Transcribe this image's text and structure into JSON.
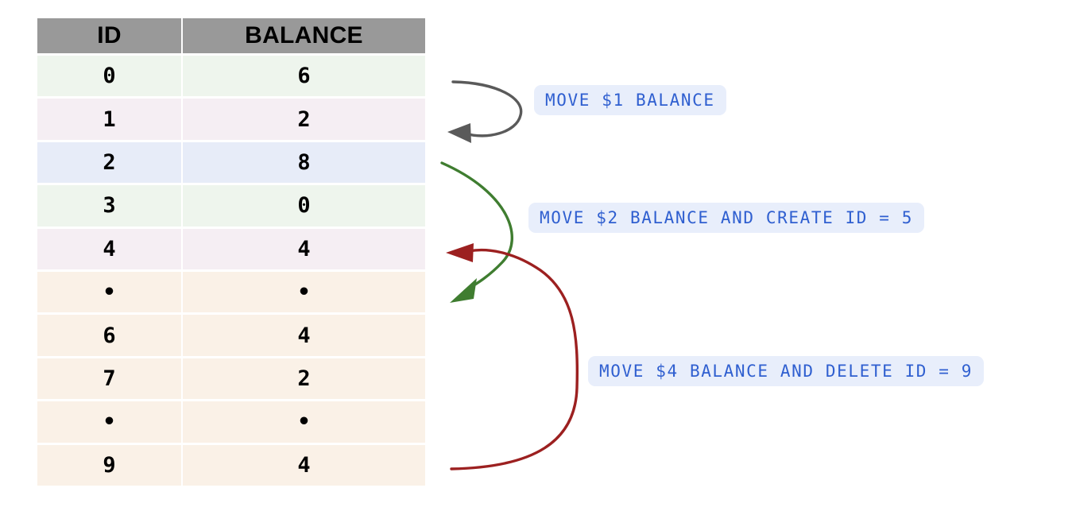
{
  "table": {
    "headers": [
      "ID",
      "BALANCE"
    ],
    "rows": [
      {
        "id": "0",
        "balance": "6",
        "tint": "r-green"
      },
      {
        "id": "1",
        "balance": "2",
        "tint": "r-pink"
      },
      {
        "id": "2",
        "balance": "8",
        "tint": "r-blue"
      },
      {
        "id": "3",
        "balance": "0",
        "tint": "r-green"
      },
      {
        "id": "4",
        "balance": "4",
        "tint": "r-pink"
      },
      {
        "id": "•",
        "balance": "•",
        "tint": "r-peach"
      },
      {
        "id": "6",
        "balance": "4",
        "tint": "r-peach"
      },
      {
        "id": "7",
        "balance": "2",
        "tint": "r-peach"
      },
      {
        "id": "•",
        "balance": "•",
        "tint": "r-peach"
      },
      {
        "id": "9",
        "balance": "4",
        "tint": "r-peach"
      }
    ]
  },
  "annotations": [
    {
      "key": "move1",
      "label": "MOVE $1 BALANCE",
      "arrow_color": "#5a5a5a",
      "target_row": "1"
    },
    {
      "key": "move2",
      "label": "MOVE $2 BALANCE AND CREATE ID = 5",
      "arrow_color": "#3f7d30",
      "target_row": "5"
    },
    {
      "key": "move3",
      "label": "MOVE $4 BALANCE AND DELETE ID = 9",
      "arrow_color": "#9c2020",
      "target_row": "9"
    }
  ],
  "colors": {
    "header_bg": "#999999",
    "badge_bg": "#e8eefb",
    "badge_text": "#2f5fd0",
    "row_green": "#eef5ed",
    "row_pink": "#f5eef3",
    "row_blue": "#e7ecf8",
    "row_peach": "#faf1e7",
    "arrow_gray": "#5a5a5a",
    "arrow_green": "#3f7d30",
    "arrow_red": "#9c2020",
    "page_bg": "#ffffff"
  }
}
